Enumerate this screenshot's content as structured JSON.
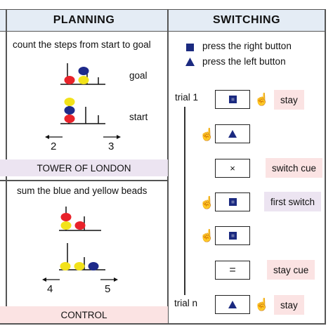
{
  "headers": {
    "planning": "PLANNING",
    "switching": "SWITCHING"
  },
  "planning": {
    "tower": {
      "instruction": "count the steps from start to goal",
      "goal_label": "goal",
      "start_label": "start",
      "left_count": "2",
      "right_count": "3",
      "band_label": "TOWER OF LONDON"
    },
    "control": {
      "instruction": "sum the blue and yellow beads",
      "left_count": "4",
      "right_count": "5",
      "band_label": "CONTROL"
    }
  },
  "switching": {
    "legend": [
      {
        "icon": "square-icon",
        "text": "press the right button"
      },
      {
        "icon": "triangle-icon",
        "text": "press the left button"
      }
    ],
    "trial_first": "trial 1",
    "trial_last": "trial n",
    "rows": [
      {
        "symbol": "square",
        "hand": "right",
        "tag": "stay",
        "tag_color": "pink"
      },
      {
        "symbol": "triangle",
        "hand": "left",
        "tag": "",
        "tag_color": ""
      },
      {
        "symbol": "cross",
        "symbol_text": "×",
        "hand": "",
        "tag": "switch cue",
        "tag_color": "pink"
      },
      {
        "symbol": "square",
        "hand": "left",
        "tag": "first switch",
        "tag_color": "lavender"
      },
      {
        "symbol": "square",
        "hand": "left",
        "tag": "",
        "tag_color": ""
      },
      {
        "symbol": "equals",
        "symbol_text": "=",
        "hand": "",
        "tag": "stay cue",
        "tag_color": "pink"
      },
      {
        "symbol": "triangle",
        "hand": "right",
        "tag": "stay",
        "tag_color": "pink"
      }
    ]
  },
  "colors": {
    "header_bg": "#e4ecf5",
    "band_bg": "#ece4f1",
    "control_band_bg": "#fbe3e3",
    "symbol_navy": "#1b2a80",
    "bead_red": "#e8222a",
    "bead_yellow": "#f2e21a",
    "bead_blue": "#1e2a8a"
  }
}
